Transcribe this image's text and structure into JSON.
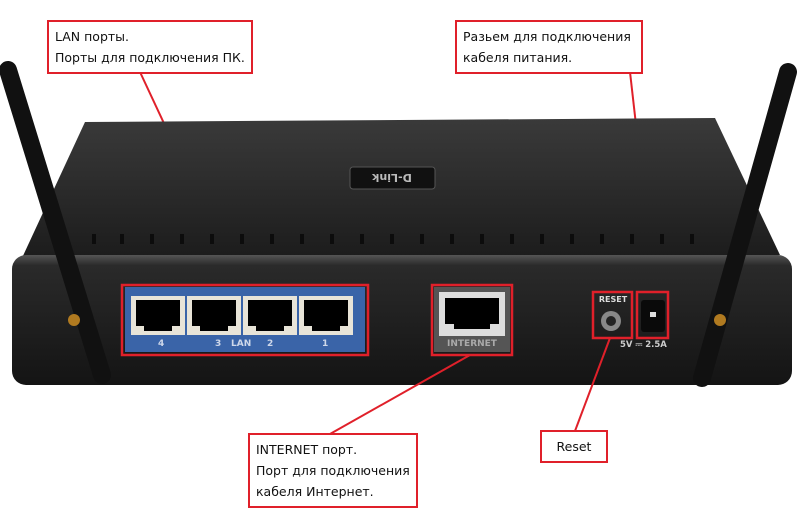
{
  "labels": {
    "lan": {
      "line1": "LAN порты.",
      "line2": "Порты для подключения ПК."
    },
    "power": {
      "line1": "Разьем для подключения",
      "line2": "кабеля питания."
    },
    "internet": {
      "line1": "INTERNET порт.",
      "line2": "Порт для подключения",
      "line3": "кабеля Интернет."
    },
    "reset": {
      "line1": "Reset"
    }
  },
  "device": {
    "brand": "D-Link",
    "lan_port_numbers": [
      "4",
      "3",
      "2",
      "1"
    ],
    "lan_text": "LAN",
    "internet_text": "INTERNET",
    "reset_text": "RESET",
    "power_rating": "5V ⎓ 2.5A"
  },
  "colors": {
    "annotation": "#e0202a",
    "lan_panel": "#3a64a8",
    "body": "#262626"
  }
}
